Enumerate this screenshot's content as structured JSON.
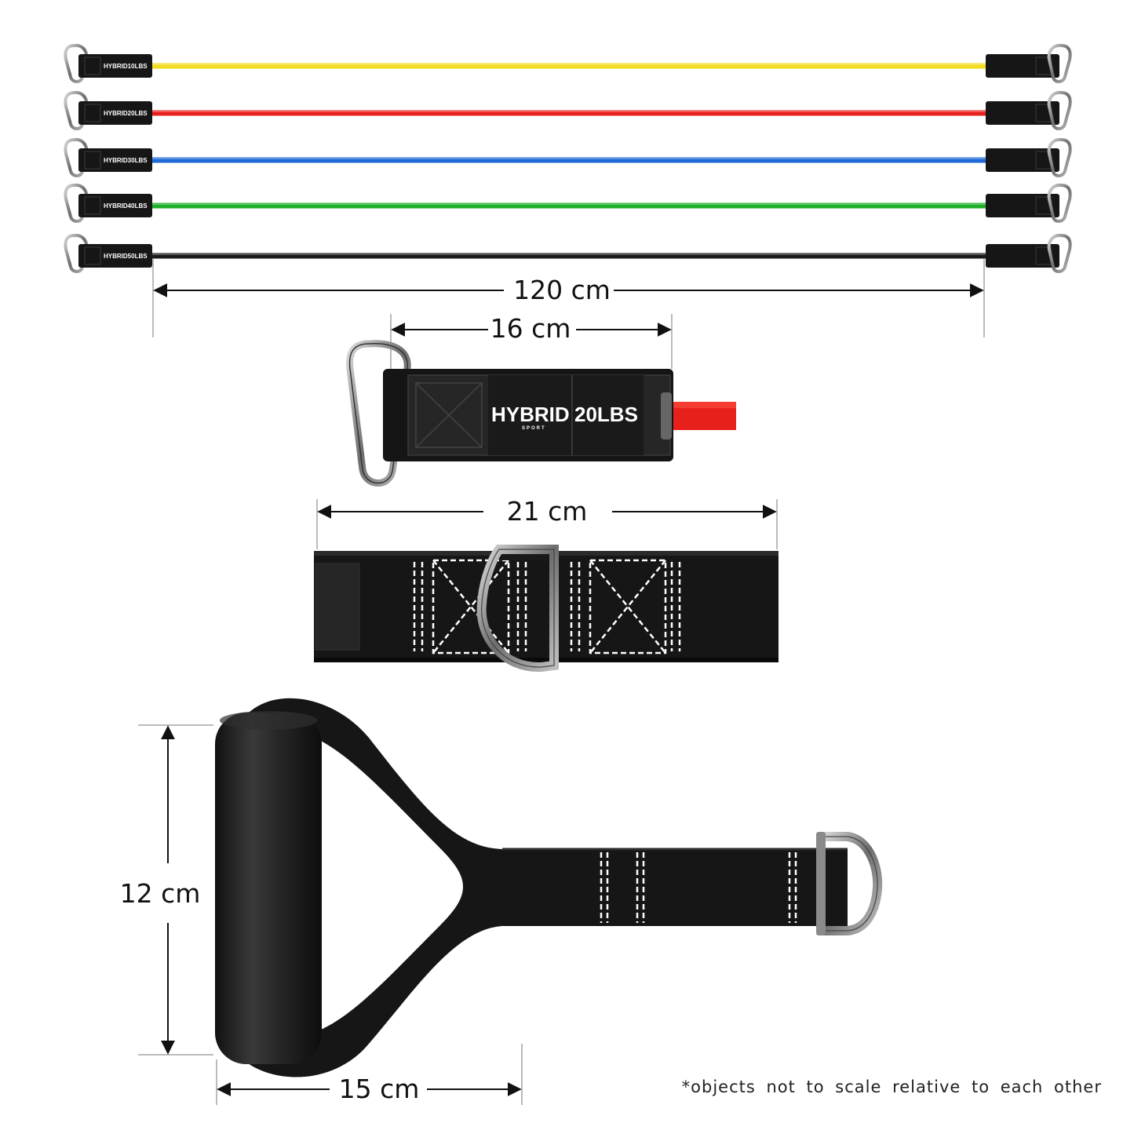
{
  "bands": [
    {
      "brand": "HYBRID",
      "weight": "10LBS",
      "color": "#f2dc1f"
    },
    {
      "brand": "HYBRID",
      "weight": "20LBS",
      "color": "#e8201c"
    },
    {
      "brand": "HYBRID",
      "weight": "30LBS",
      "color": "#1f6ad6"
    },
    {
      "brand": "HYBRID",
      "weight": "40LBS",
      "color": "#1fae2a"
    },
    {
      "brand": "HYBRID",
      "weight": "50LBS",
      "color": "#1a1a1a"
    }
  ],
  "dimensions": {
    "band_length": "120 cm",
    "connector_length": "16 cm",
    "ankle_strap_length": "21 cm",
    "handle_height": "12 cm",
    "handle_width": "15 cm"
  },
  "connector": {
    "brand": "HYBRID",
    "sub_brand": "SPORT",
    "weight": "20LBS",
    "tube_color": "#e8201c"
  },
  "note": "*objects not to scale relative to each other"
}
